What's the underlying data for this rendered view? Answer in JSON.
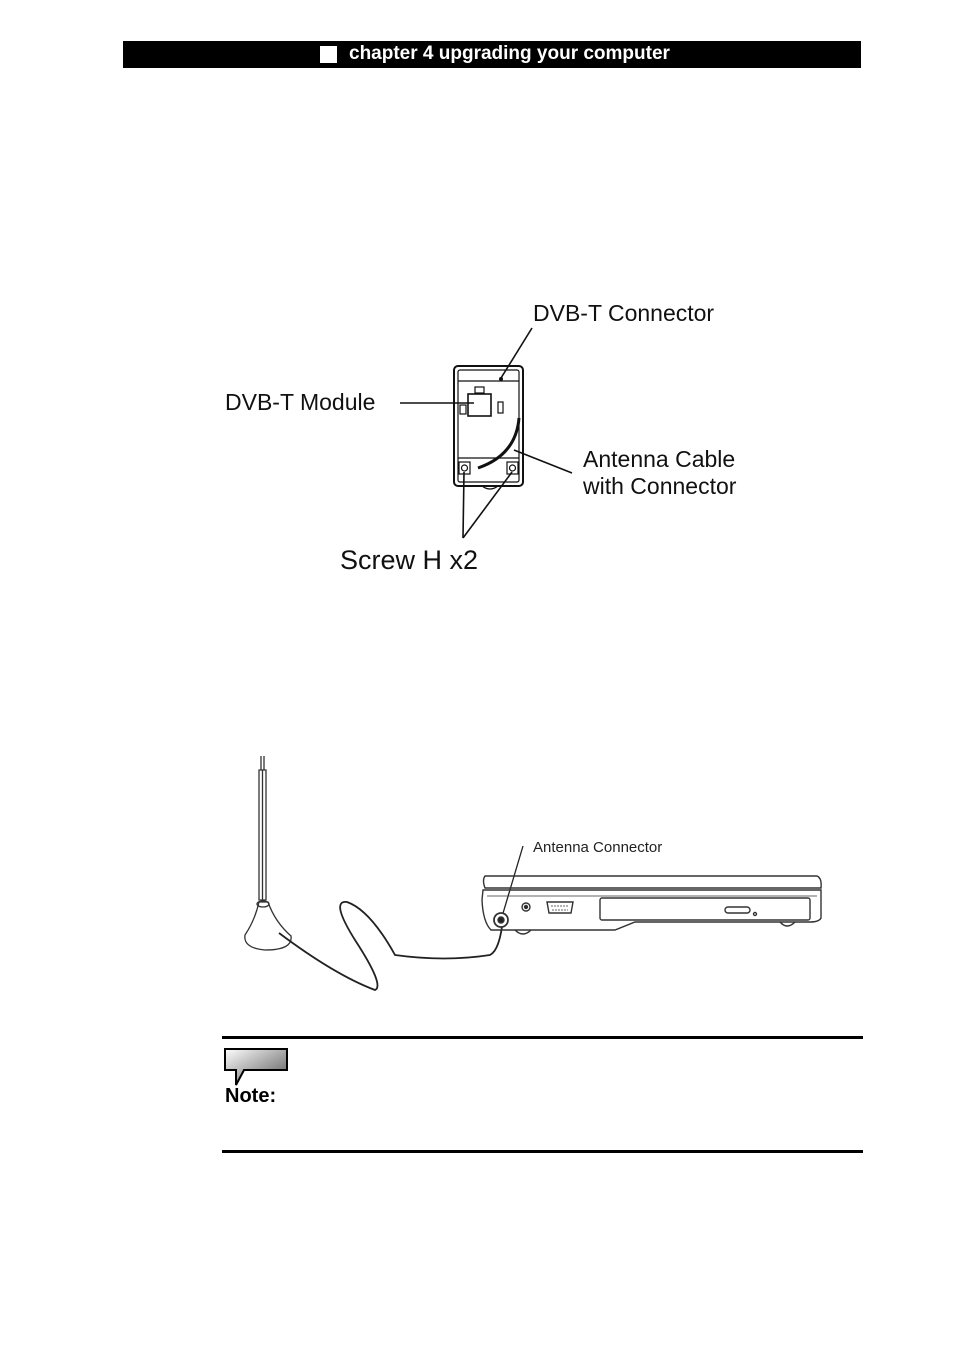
{
  "header": {
    "title": "chapter 4 upgrading your computer"
  },
  "figure1": {
    "dvbt_connector": "DVB-T Connector",
    "dvbt_module": "DVB-T Module",
    "antenna_cable_line1": "Antenna Cable",
    "antenna_cable_line2": "with Connector",
    "screw": "Screw H x2"
  },
  "figure2": {
    "antenna_connector": "Antenna Connector"
  },
  "note": {
    "label": "Note:"
  }
}
